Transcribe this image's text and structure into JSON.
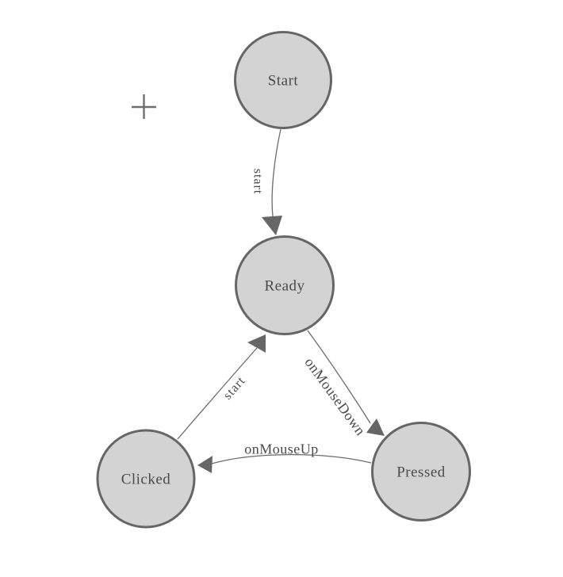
{
  "diagram": {
    "type": "state-machine-diagram",
    "colors": {
      "background": "#ffffff",
      "node_fill": "#d3d3d3",
      "node_stroke": "#666666",
      "edge_stroke": "#6b6b6b",
      "arrow_fill": "#666666",
      "label_color": "#4a4a4a",
      "crosshair_color": "#6e6e6e"
    },
    "nodes": [
      {
        "id": "start",
        "label": "Start"
      },
      {
        "id": "ready",
        "label": "Ready"
      },
      {
        "id": "clicked",
        "label": "Clicked"
      },
      {
        "id": "pressed",
        "label": "Pressed"
      }
    ],
    "edges": [
      {
        "from": "start",
        "to": "ready",
        "label": "start"
      },
      {
        "from": "clicked",
        "to": "ready",
        "label": "start"
      },
      {
        "from": "ready",
        "to": "pressed",
        "label": "onMouseDown"
      },
      {
        "from": "pressed",
        "to": "clicked",
        "label": "onMouseUp"
      }
    ]
  }
}
